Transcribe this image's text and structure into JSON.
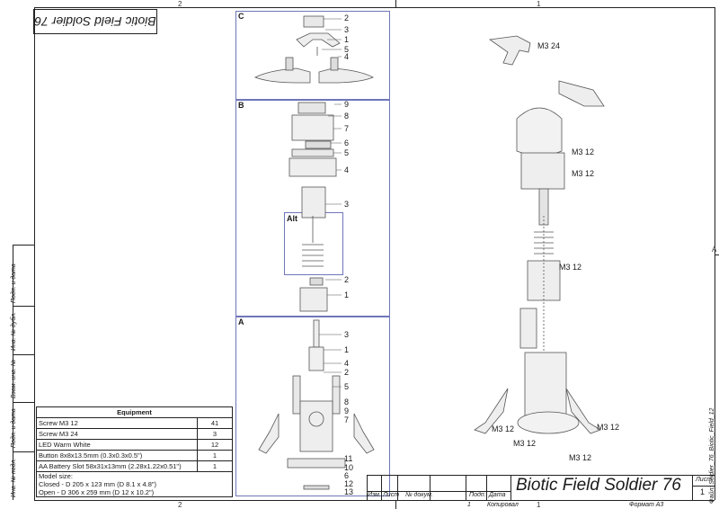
{
  "sheet": {
    "zone_top": [
      "2",
      "1"
    ],
    "zone_bottom": [
      "2",
      "1"
    ],
    "zone_side": [
      "A"
    ],
    "mirror_title": "Biotic Field Soldier 76",
    "side_fields": [
      "Подп. и дата",
      "Инв. № дубл.",
      "Взам. инв. №",
      "Подп. и дата",
      "Инв. № подл."
    ],
    "vertical_filename": "Файл: Soldier_76_Biotic_Field_12"
  },
  "panels": {
    "C": {
      "letter": "C",
      "callouts": [
        "2",
        "3",
        "1",
        "5",
        "4"
      ]
    },
    "B": {
      "letter": "B",
      "callouts": [
        "9",
        "8",
        "7",
        "6",
        "5",
        "4",
        "3"
      ]
    },
    "Alt": {
      "letter": "Alt",
      "callouts": [
        "2",
        "1"
      ]
    },
    "A": {
      "letter": "A",
      "callouts": [
        "3",
        "1",
        "4",
        "2",
        "5",
        "8",
        "9",
        "7",
        "11",
        "10",
        "6",
        "12",
        "13"
      ]
    }
  },
  "screw_labels": [
    "M3 24",
    "M3 12",
    "M3 12",
    "M3 12",
    "M3 12",
    "M3 12",
    "M3 12",
    "M3 12"
  ],
  "equipment": {
    "heading": "Equipment",
    "rows": [
      {
        "name": "Screw M3 12",
        "qty": "41"
      },
      {
        "name": "Screw M3 24",
        "qty": "3"
      },
      {
        "name": "LED Warm White",
        "qty": "12"
      },
      {
        "name": "Button 8x8x13.5mm (0.3x0.3x0.5\")",
        "qty": "1"
      },
      {
        "name": "AA Battery Slot 58x31x13mm (2.28x1.22x0.51\")",
        "qty": "1"
      }
    ],
    "model_size_label": "Model size:",
    "model_closed": "Closed - D 205 x 123 mm (D 8.1 x 4.8\")",
    "model_open": "Open - D 306 x 259 mm (D 12 x 10.2\")"
  },
  "title_block": {
    "columns": [
      "Изм.",
      "Лист",
      "№ докум.",
      "Подп.",
      "Дата"
    ],
    "title": "Biotic Field Soldier 76",
    "sheet_label": "Лист",
    "sheet_number": "1",
    "bottom_left": "Копировал",
    "bottom_right": "Формат A3",
    "bottom_num": "1"
  },
  "colors": {
    "frame": "#222222",
    "panel_border": "#6f76b8",
    "part": "#555555"
  }
}
